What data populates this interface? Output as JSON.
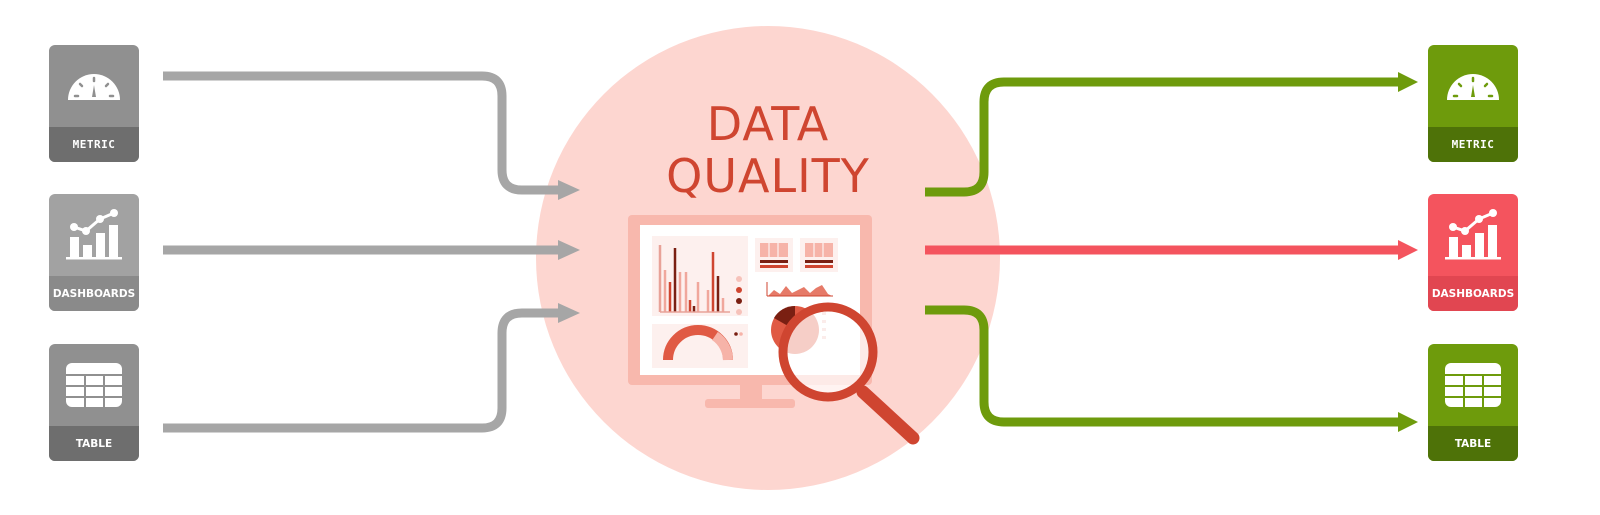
{
  "diagram": {
    "title_line1": "DATA",
    "title_line2": "QUALITY",
    "colors": {
      "circle_bg": "#fdd6d0",
      "title": "#cf4530",
      "input_gray": "#a6a6a6",
      "input_card_top": "#909090",
      "input_card_bottom": "#6e6e6e",
      "output_green": "#6e9b0c",
      "output_green_dark": "#4e7208",
      "output_red": "#f4545e",
      "output_red_dark": "#e14651",
      "monitor_frame": "#f8b8ad",
      "accent_red": "#cf4530",
      "dark_red": "#7a1f12"
    },
    "inputs": [
      {
        "label": "METRIC",
        "icon": "gauge-icon"
      },
      {
        "label": "DASHBOARDS",
        "icon": "bar-chart-icon"
      },
      {
        "label": "TABLE",
        "icon": "table-icon"
      }
    ],
    "outputs": [
      {
        "label": "METRIC",
        "icon": "gauge-icon",
        "status": "good"
      },
      {
        "label": "DASHBOARDS",
        "icon": "bar-chart-icon",
        "status": "bad"
      },
      {
        "label": "TABLE",
        "icon": "table-icon",
        "status": "good"
      }
    ],
    "center_icon": "monitor-with-magnifier-icon"
  }
}
